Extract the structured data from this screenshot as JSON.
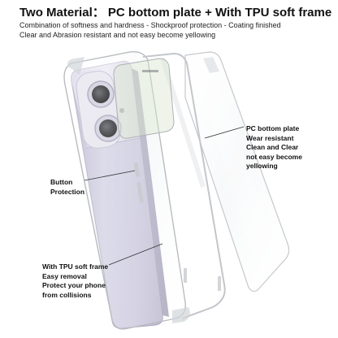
{
  "header": {
    "title": "Two Material： PC bottom plate + With TPU soft frame",
    "line1": "Combination of softness and hardness - Shockproof protection - Coating finished",
    "line2": "Clear and Abrasion resistant and not easy become yellowing"
  },
  "callouts": {
    "button": [
      "Button",
      "Protection"
    ],
    "tpu": [
      "With TPU soft frame",
      "Easy removal",
      "Protect your phone",
      "from collisions"
    ],
    "pc": [
      "PC bottom plate",
      "Wear resistant",
      "Clean and Clear",
      "not easy become",
      "yellowing"
    ]
  },
  "colors": {
    "phone_body": "#c9c5dc",
    "phone_body_light": "#e4e1ee",
    "camera_lens": "#1b1b1e",
    "case_edge": "#b9bcc0",
    "leader_line": "#333333"
  }
}
